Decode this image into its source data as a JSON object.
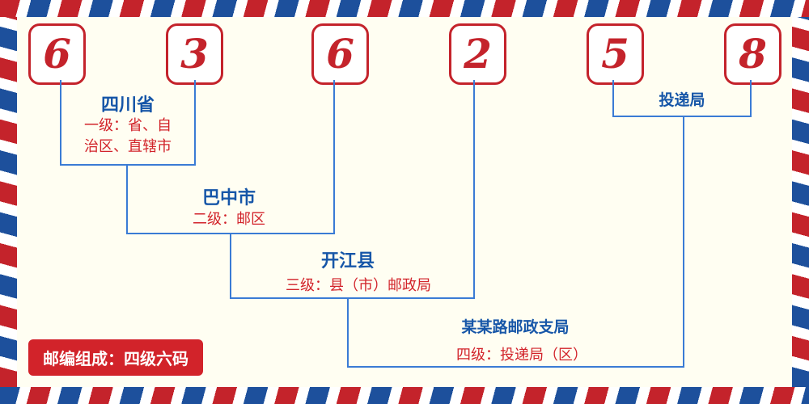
{
  "postal_code": {
    "digits": [
      "6",
      "3",
      "6",
      "2",
      "5",
      "8"
    ]
  },
  "levels": [
    {
      "place": "四川省",
      "desc": "一级：省、自\n治区、直辖市"
    },
    {
      "place": "巴中市",
      "desc": "二级：邮区"
    },
    {
      "place": "开江县",
      "desc": "三级：县（市）邮政局"
    },
    {
      "place": "某某路邮政支局",
      "desc": "四级：投递局（区）"
    }
  ],
  "delivery_label": "投递局",
  "badge": {
    "text": "邮编组成：四级六码"
  },
  "colors": {
    "red": "#c4232b",
    "blue_text": "#1656a8",
    "blue_line": "#3a7bd5",
    "background": "#fffef2",
    "stripe_blue": "#1d509c"
  }
}
